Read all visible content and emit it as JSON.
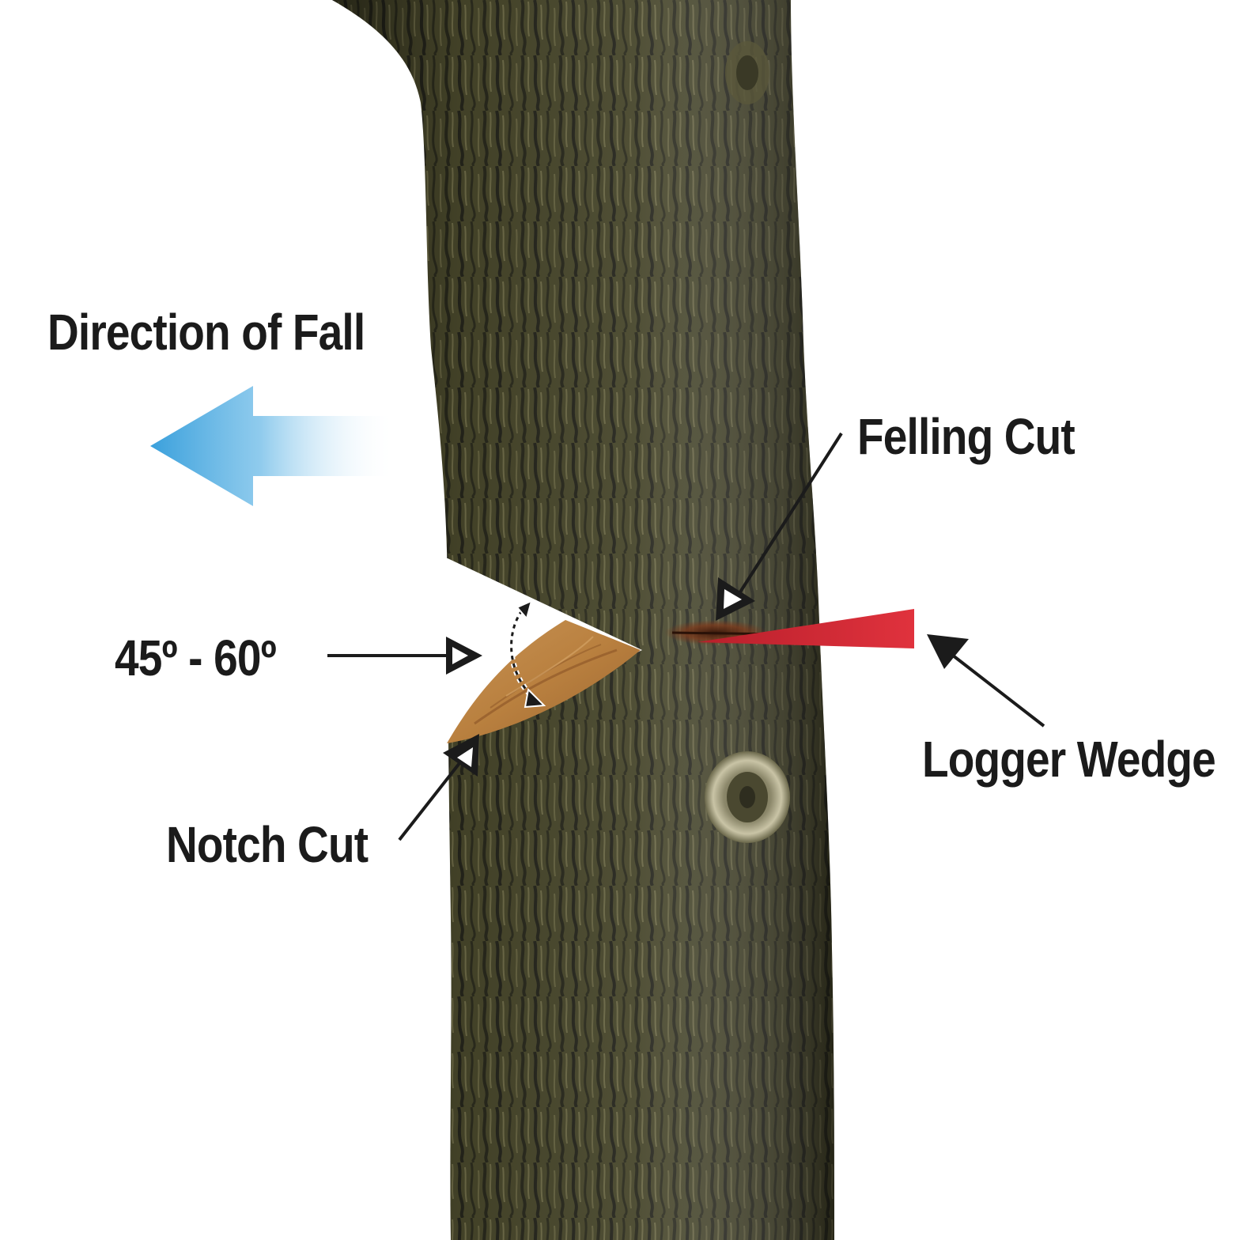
{
  "labels": {
    "direction_of_fall": "Direction of Fall",
    "felling_cut": "Felling Cut",
    "angle": "45º - 60º",
    "logger_wedge": "Logger Wedge",
    "notch_cut": "Notch Cut"
  },
  "colors": {
    "background": "#ffffff",
    "bark_dark": "#2f2e1c",
    "bark_mid": "#4b4a2e",
    "bark_light": "#6d6a48",
    "cut_wood": "#b9803f",
    "wedge": "#d42b35",
    "fall_arrow": "#3aa0dc",
    "label_text": "#1b1b1b",
    "pointer_arrow": "#1b1b1b"
  },
  "icons": {
    "direction_arrow": "left-arrow-icon",
    "wedge": "wedge-icon"
  }
}
